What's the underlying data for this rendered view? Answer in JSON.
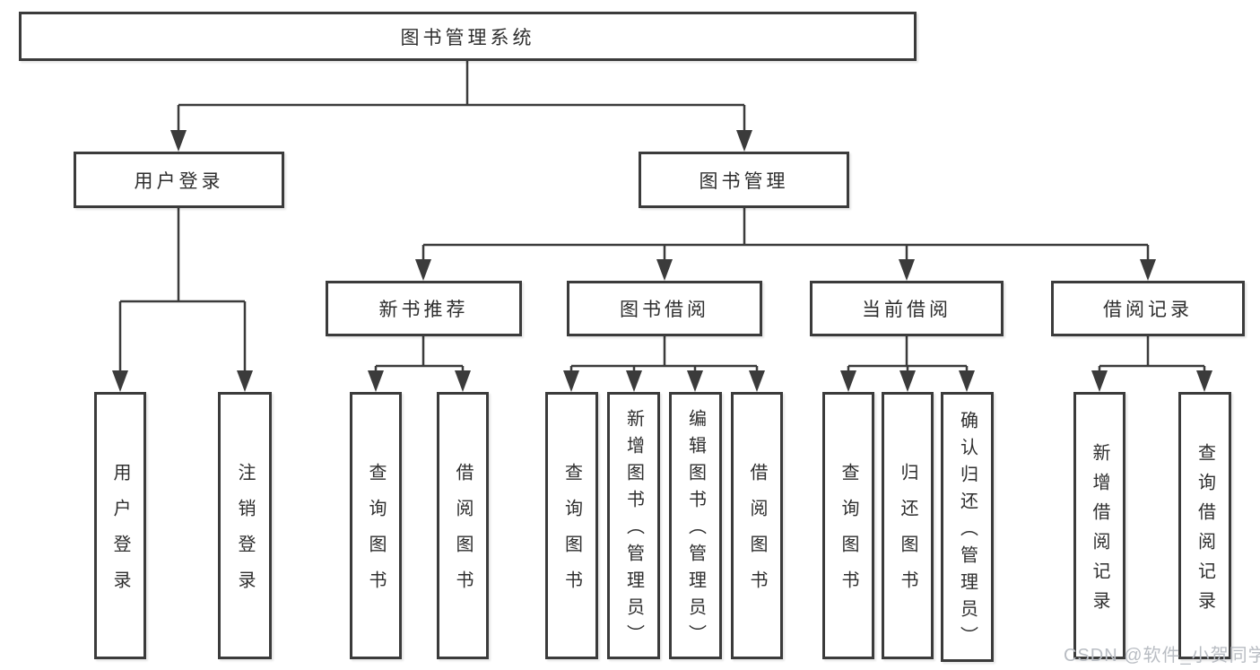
{
  "tree": {
    "root": "图书管理系统",
    "user": {
      "label": "用户登录",
      "children": [
        "用户登录",
        "注销登录"
      ]
    },
    "mgmt": {
      "label": "图书管理",
      "sections": [
        {
          "label": "新书推荐",
          "children": [
            "查询图书",
            "借阅图书"
          ]
        },
        {
          "label": "图书借阅",
          "children": [
            "查询图书",
            "新增图书（管理员）",
            "编辑图书（管理员）",
            "借阅图书"
          ]
        },
        {
          "label": "当前借阅",
          "children": [
            "查询图书",
            "归还图书",
            "确认归还（管理员）"
          ]
        },
        {
          "label": "借阅记录",
          "children": [
            "新增借阅记录",
            "查询借阅记录"
          ]
        }
      ]
    }
  },
  "watermark": "CSDN @软件_小贺同学",
  "colors": {
    "line": "#3b3b3b",
    "text": "#2e2e2e",
    "watermark": "#b9bdc3",
    "background": "#ffffff"
  }
}
